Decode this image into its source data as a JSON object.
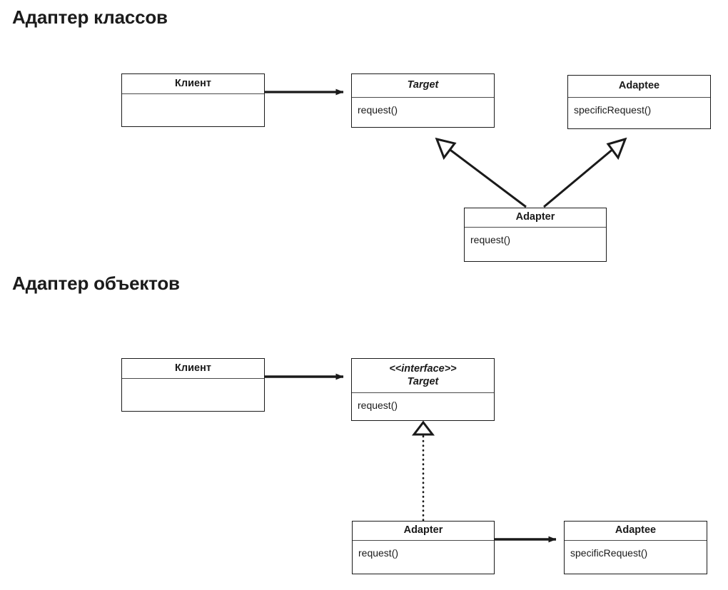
{
  "page": {
    "title": "Adapter design pattern UML diagrams",
    "background_color": "#ffffff",
    "line_color": "#1a1a1a",
    "text_color": "#1a1a1a"
  },
  "sections": [
    {
      "id": "class-adapter",
      "heading": "Адаптер классов",
      "boxes": [
        {
          "id": "client-1",
          "title": "Клиент",
          "stereotype": "",
          "italic": false,
          "members": []
        },
        {
          "id": "target-1",
          "title": "Target",
          "stereotype": "",
          "italic": true,
          "members": [
            "request()"
          ]
        },
        {
          "id": "adaptee-1",
          "title": "Adaptee",
          "stereotype": "",
          "italic": false,
          "members": [
            "specificRequest()"
          ]
        },
        {
          "id": "adapter-1",
          "title": "Adapter",
          "stereotype": "",
          "italic": false,
          "members": [
            "request()"
          ]
        }
      ],
      "connectors": [
        {
          "id": "client-to-target-1",
          "type": "association",
          "style": "solid",
          "arrowhead": "filled-arrow",
          "from": "client-1",
          "to": "target-1"
        },
        {
          "id": "adapter-to-target-1",
          "type": "inheritance",
          "style": "solid",
          "arrowhead": "hollow-triangle",
          "from": "adapter-1",
          "to": "target-1"
        },
        {
          "id": "adapter-to-adaptee-1",
          "type": "inheritance",
          "style": "solid",
          "arrowhead": "hollow-triangle",
          "from": "adapter-1",
          "to": "adaptee-1"
        }
      ]
    },
    {
      "id": "object-adapter",
      "heading": "Адаптер объектов",
      "boxes": [
        {
          "id": "client-2",
          "title": "Клиент",
          "stereotype": "",
          "italic": false,
          "members": []
        },
        {
          "id": "target-2",
          "title": "Target",
          "stereotype": "<<interface>>",
          "italic": true,
          "members": [
            "request()"
          ]
        },
        {
          "id": "adapter-2",
          "title": "Adapter",
          "stereotype": "",
          "italic": false,
          "members": [
            "request()"
          ]
        },
        {
          "id": "adaptee-2",
          "title": "Adaptee",
          "stereotype": "",
          "italic": false,
          "members": [
            "specificRequest()"
          ]
        }
      ],
      "connectors": [
        {
          "id": "client-to-target-2",
          "type": "association",
          "style": "solid",
          "arrowhead": "filled-arrow",
          "from": "client-2",
          "to": "target-2"
        },
        {
          "id": "adapter-realizes-target-2",
          "type": "realization",
          "style": "dotted",
          "arrowhead": "hollow-triangle",
          "from": "adapter-2",
          "to": "target-2"
        },
        {
          "id": "adapter-to-adaptee-2",
          "type": "association",
          "style": "solid",
          "arrowhead": "filled-arrow",
          "from": "adapter-2",
          "to": "adaptee-2"
        }
      ]
    }
  ]
}
